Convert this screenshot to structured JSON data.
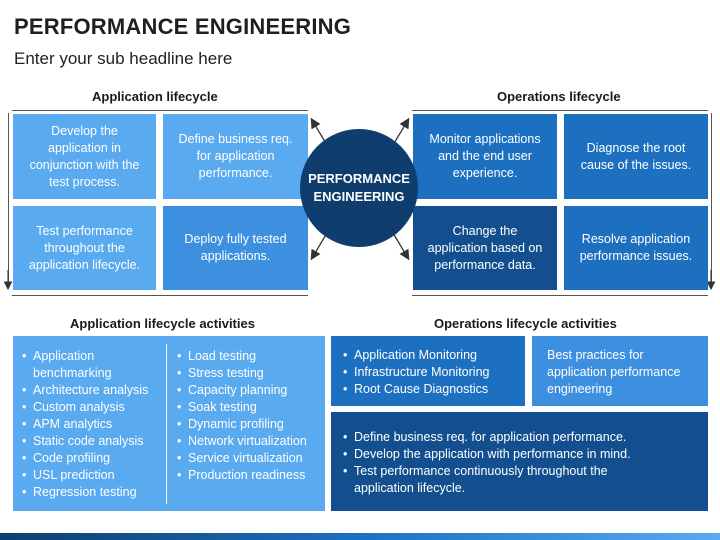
{
  "header": {
    "title": "PERFORMANCE ENGINEERING",
    "subtitle": "Enter your sub headline here"
  },
  "center": {
    "line1": "PERFORMANCE",
    "line2": "ENGINEERING"
  },
  "application_lifecycle": {
    "heading": "Application lifecycle",
    "boxes": [
      "Develop the application in conjunction with the test process.",
      "Define business req. for application performance.",
      "Test performance throughout the application lifecycle.",
      "Deploy fully tested applications."
    ]
  },
  "operations_lifecycle": {
    "heading": "Operations lifecycle",
    "boxes": [
      "Monitor applications and the end user experience.",
      "Diagnose the root cause of the issues.",
      "Change the application based on performance data.",
      "Resolve application performance issues."
    ]
  },
  "application_activities": {
    "heading": "Application lifecycle activities",
    "left": [
      "Application benchmarking",
      "Architecture analysis",
      "Custom analysis",
      "APM analytics",
      "Static code analysis",
      "Code profiling",
      "USL prediction",
      "Regression testing"
    ],
    "right": [
      "Load testing",
      "Stress testing",
      "Capacity planning",
      "Soak testing",
      "Dynamic profiling",
      "Network virtualization",
      "Service virtualization",
      "Production readiness"
    ]
  },
  "operations_activities": {
    "heading": "Operations lifecycle activities",
    "monitoring": [
      "Application Monitoring",
      "Infrastructure Monitoring",
      "Root Cause Diagnostics"
    ],
    "best_practices": "Best practices for application performance engineering",
    "bullets": [
      "Define business req. for application performance.",
      "Develop the application with performance in mind.",
      "Test performance continuously throughout the application lifecycle."
    ]
  },
  "colors": {
    "light": "#5aaaf0",
    "mid": "#3d8fe0",
    "dark": "#1d70c0",
    "navy": "#134f8f",
    "circle": "#0f3e6e"
  }
}
